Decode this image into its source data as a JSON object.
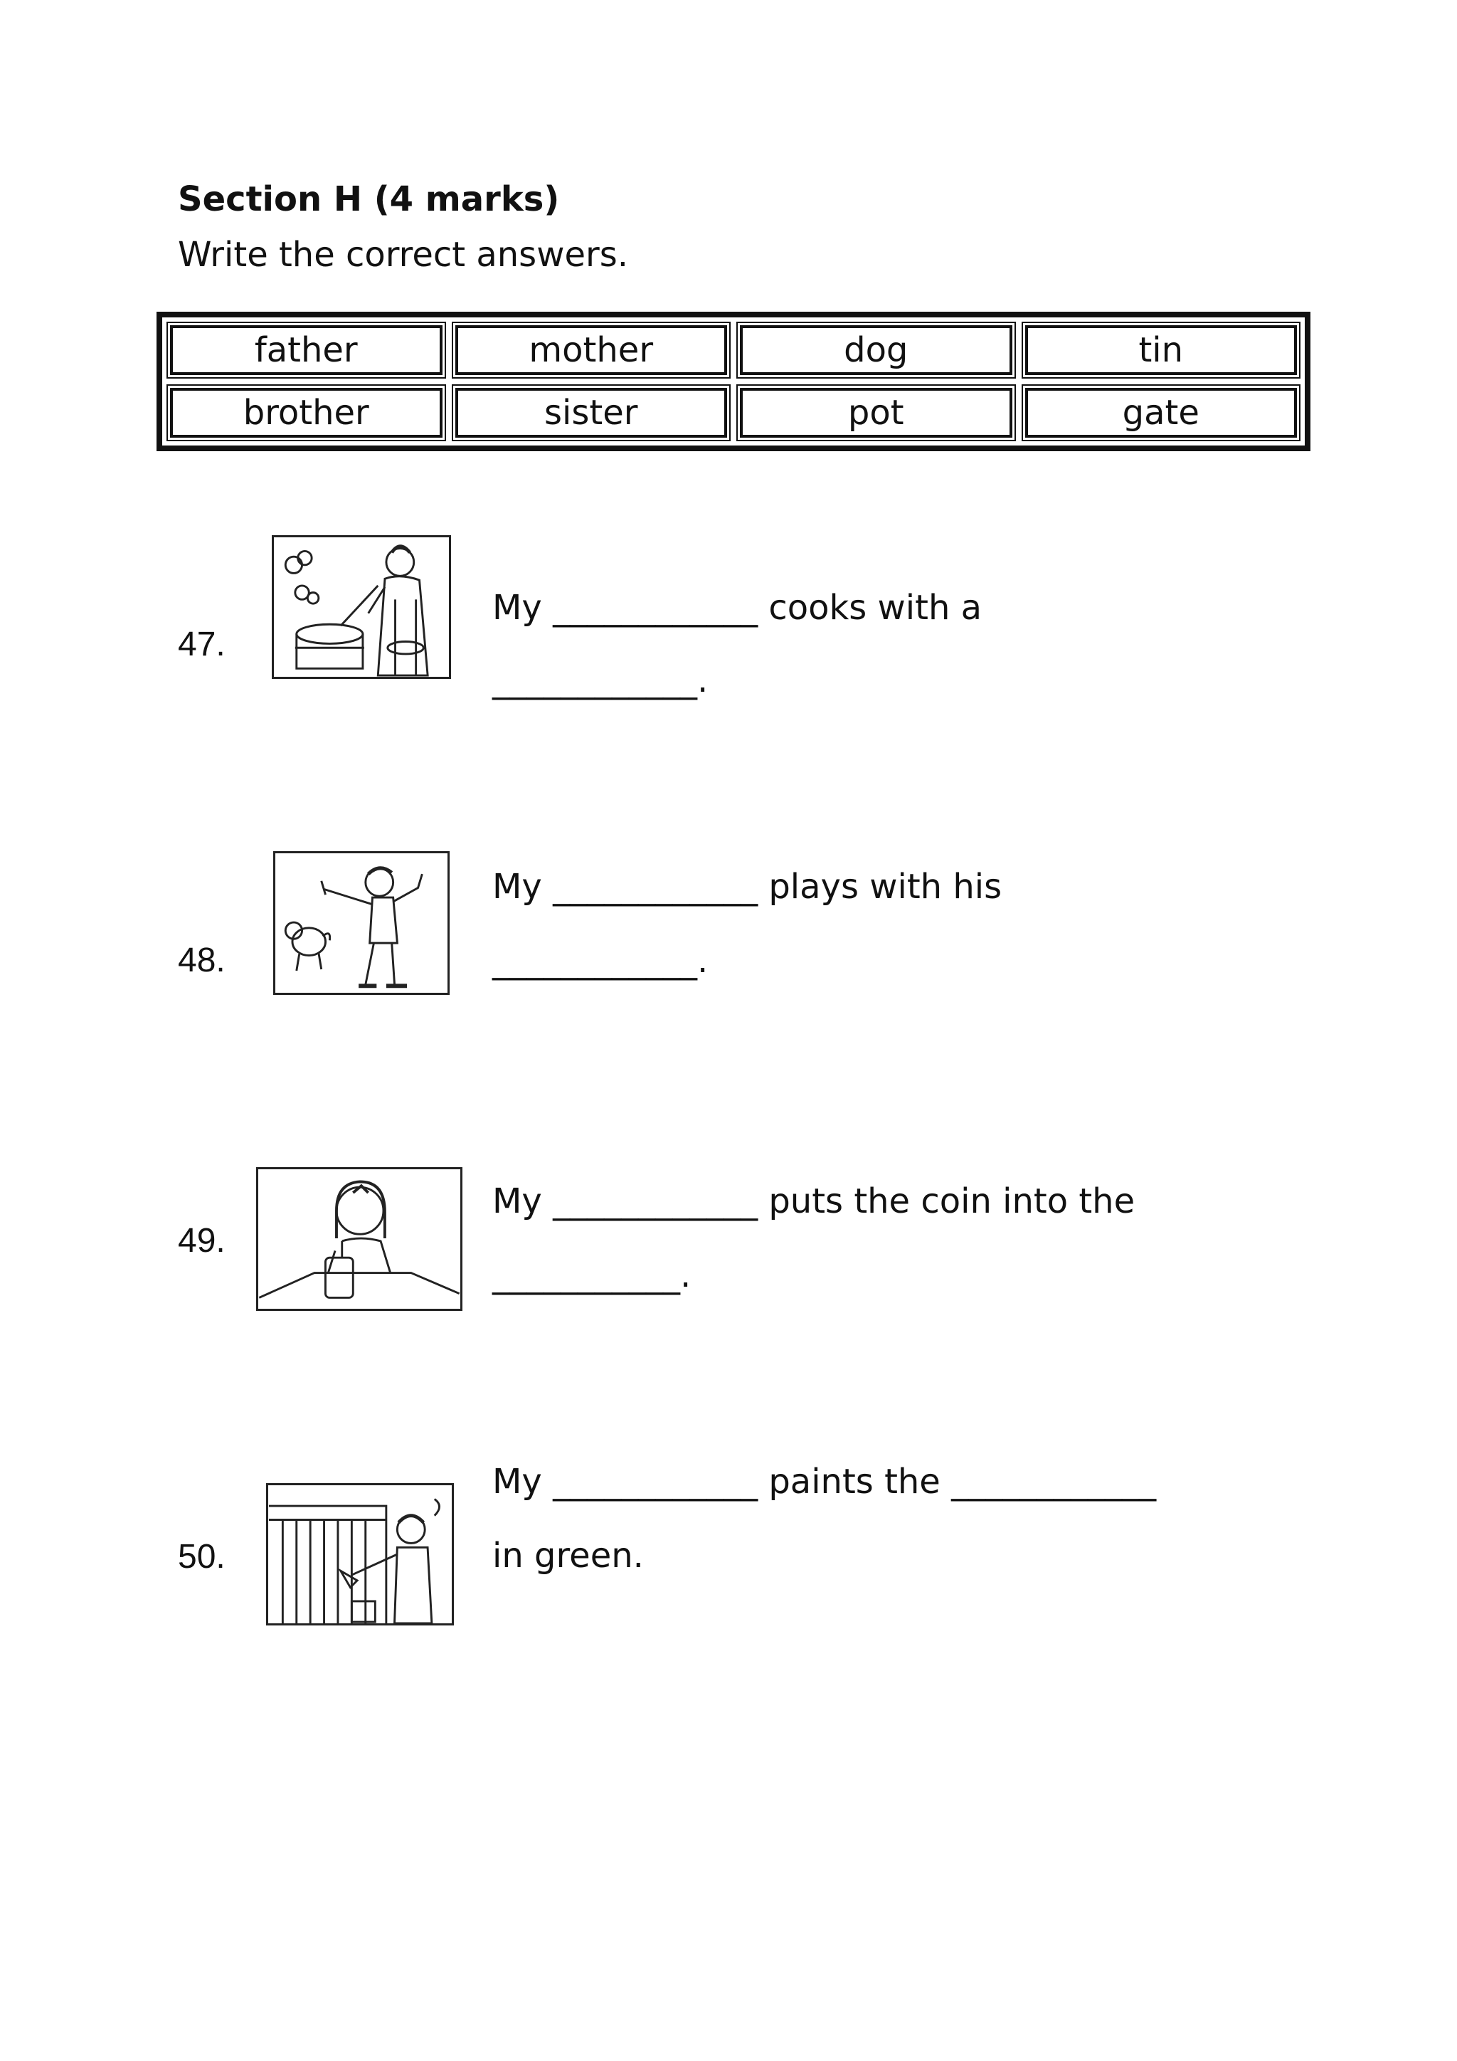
{
  "section": {
    "title": "Section H (4 marks)",
    "instruction": "Write the correct answers."
  },
  "word_bank": [
    "father",
    "mother",
    "dog",
    "tin",
    "brother",
    "sister",
    "pot",
    "gate"
  ],
  "questions": [
    {
      "number": "47.",
      "line1": "My ____________ cooks with a",
      "line2": "____________."
    },
    {
      "number": "48.",
      "line1": "My ____________ plays with his",
      "line2": "____________."
    },
    {
      "number": "49.",
      "line1": "My ____________ puts the coin into the",
      "line2": "___________."
    },
    {
      "number": "50.",
      "line1": "My ____________ paints the ____________",
      "line2": "in green."
    }
  ]
}
